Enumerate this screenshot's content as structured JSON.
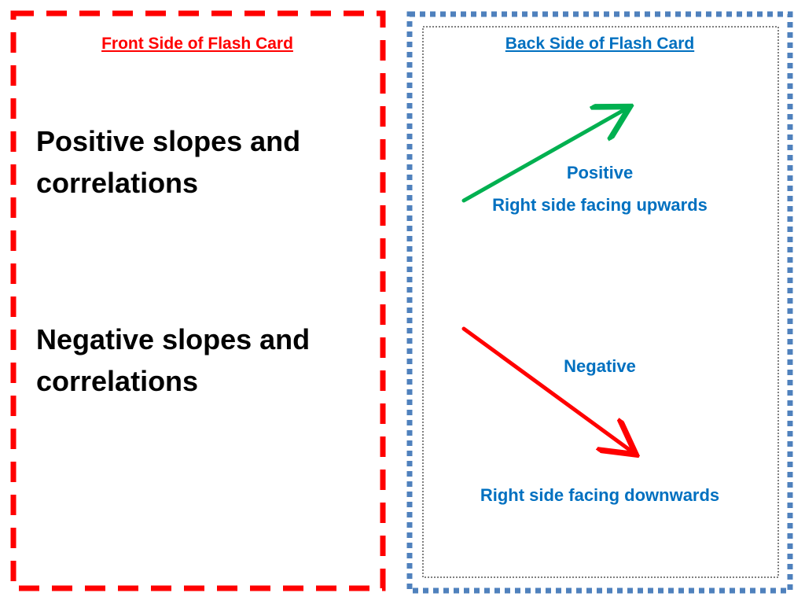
{
  "front": {
    "title": "Front Side of Flash Card",
    "terms": [
      "Positive slopes and correlations",
      "Negative slopes and correlations"
    ],
    "border_color": "#ff0000"
  },
  "back": {
    "title": "Back Side of Flash Card",
    "positive_label": "Positive",
    "positive_description": "Right side facing upwards",
    "negative_label": "Negative",
    "negative_description": "Right side facing downwards",
    "border_color": "#4f81bd",
    "text_color": "#0070c0",
    "positive_arrow_color": "#00b050",
    "negative_arrow_color": "#ff0000"
  }
}
